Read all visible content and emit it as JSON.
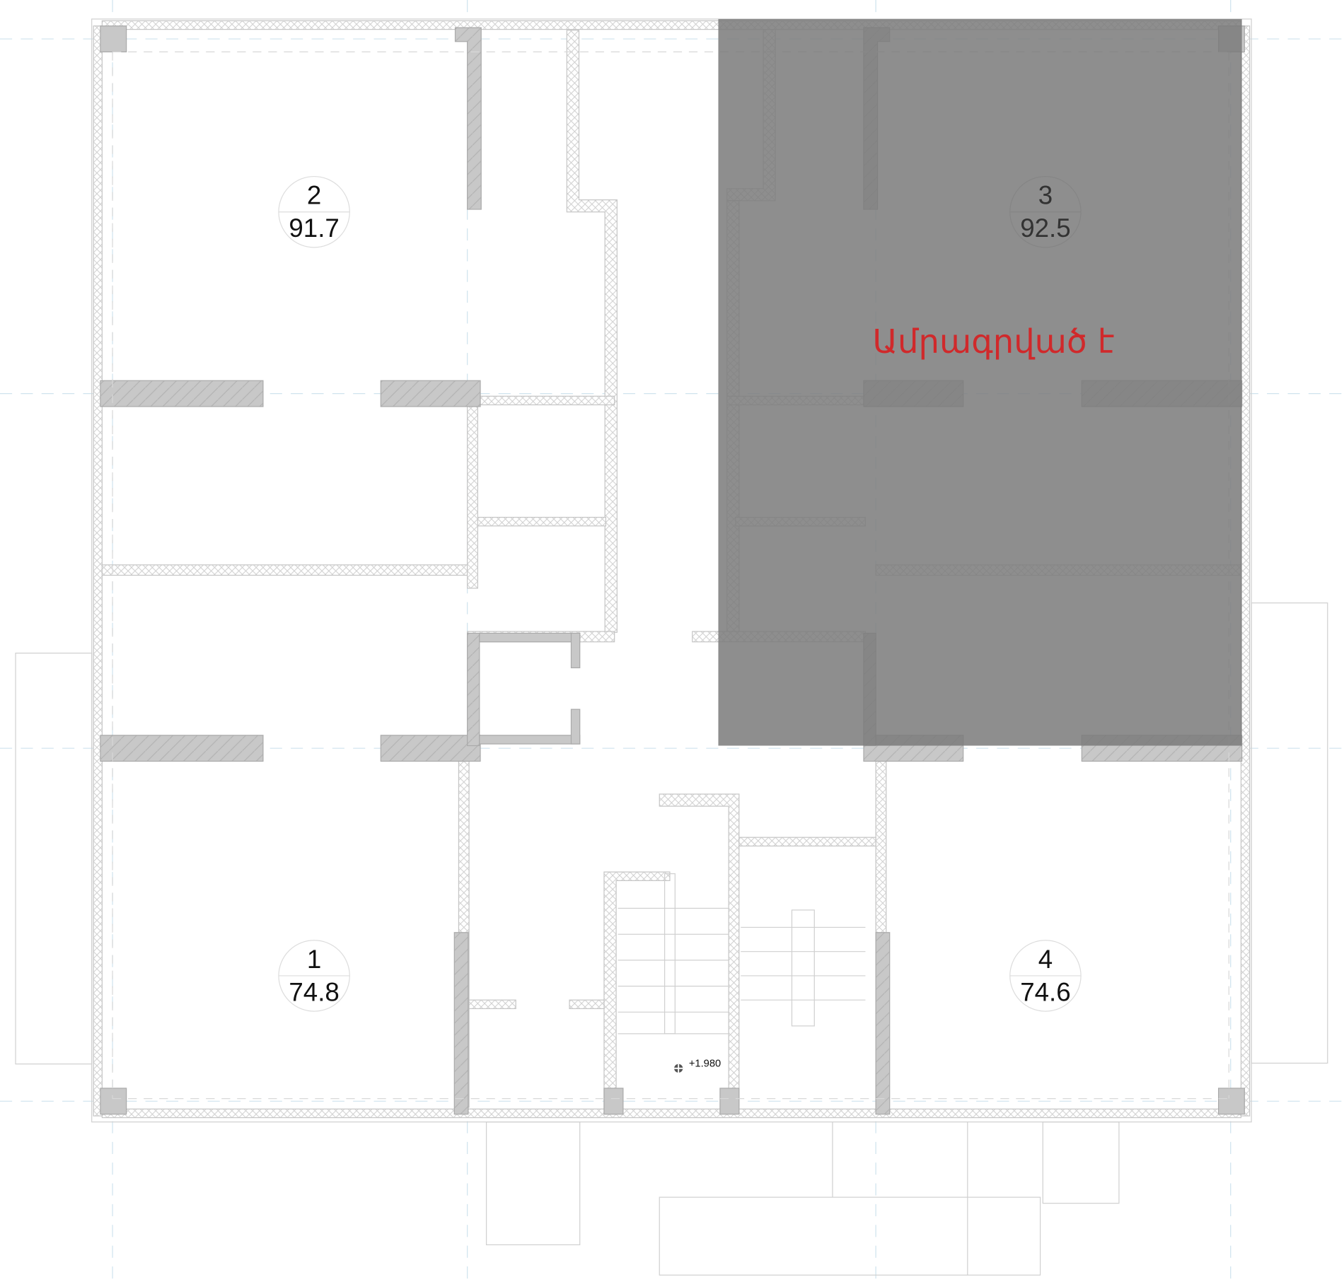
{
  "plan": {
    "rooms": [
      {
        "number": "1",
        "area": "74.8",
        "status": "available"
      },
      {
        "number": "2",
        "area": "91.7",
        "status": "available"
      },
      {
        "number": "3",
        "area": "92.5",
        "status": "reserved"
      },
      {
        "number": "4",
        "area": "74.6",
        "status": "available"
      }
    ],
    "reserved_label": "Ամրագրված է",
    "elevation_mark": "+1.980",
    "colors": {
      "reserved_overlay": "#7a7a7a",
      "reserved_text": "#d0292b",
      "column": "#c8c8c8"
    }
  }
}
